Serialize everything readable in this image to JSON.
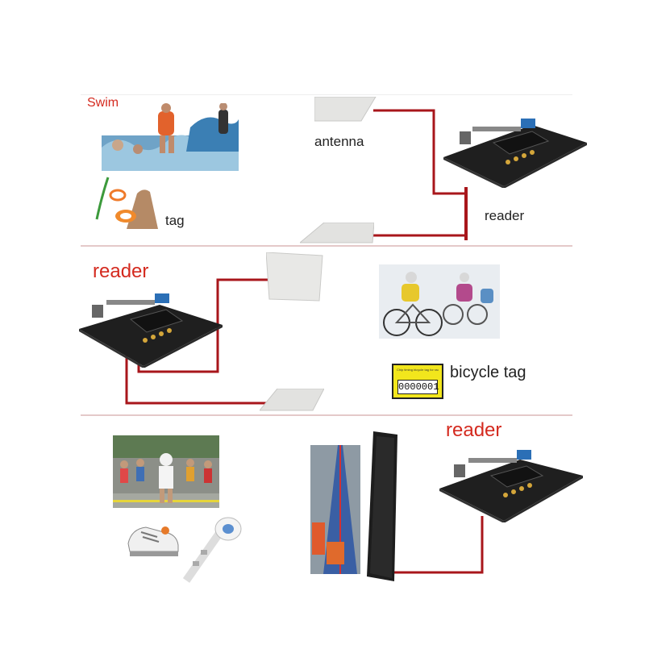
{
  "labels": {
    "swim": "Swim",
    "antenna": "antenna",
    "tag": "tag",
    "reader_top": "reader",
    "reader_middle": "reader",
    "bicycle_tag": "bicycle tag",
    "reader_bottom": "reader"
  },
  "bicycle_tag_bib": {
    "fine_print": "Chip timing bicycle tag for race 2016",
    "number": "0000001"
  },
  "colors": {
    "cable": "#a8161b",
    "label_red": "#d42a1f",
    "divider": "#e4c9c9",
    "bib_yellow": "#f2e61c"
  }
}
